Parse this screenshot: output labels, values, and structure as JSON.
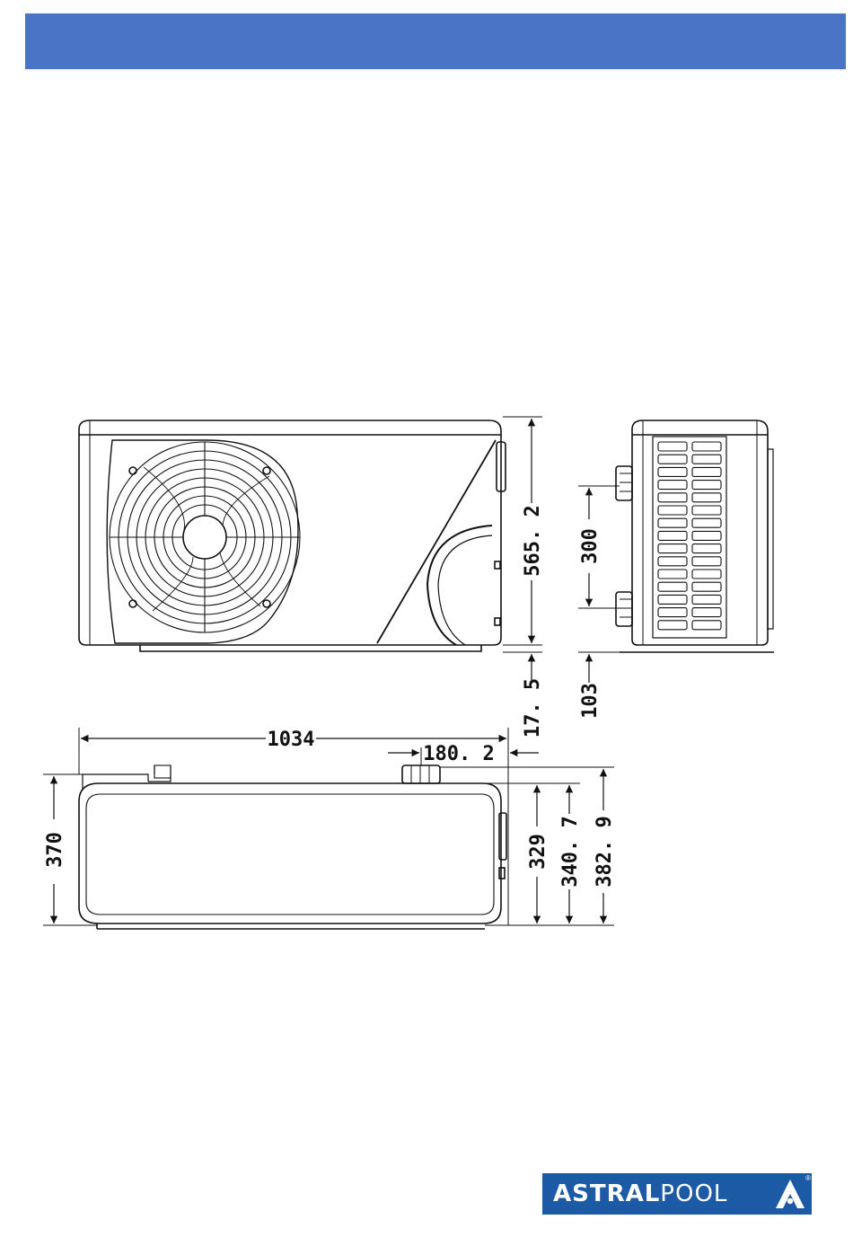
{
  "colors": {
    "header": "#4a74c6",
    "logo_bg": "#1c5aa6",
    "line": "#111111"
  },
  "dimensions": {
    "front_height": "565. 2",
    "front_foot": "17. 5",
    "side_connector_spacing": "300",
    "side_foot": "103",
    "top_length": "1034",
    "top_connector_offset": "180. 2",
    "top_depth_left": "370",
    "top_depth_1": "329",
    "top_depth_2": "340. 7",
    "top_depth_3": "382. 9"
  },
  "logo": {
    "bold_part": "ASTRAL",
    "light_part": "POOL",
    "mark_icon": "astralpool-triangle-icon",
    "registered": "®"
  }
}
